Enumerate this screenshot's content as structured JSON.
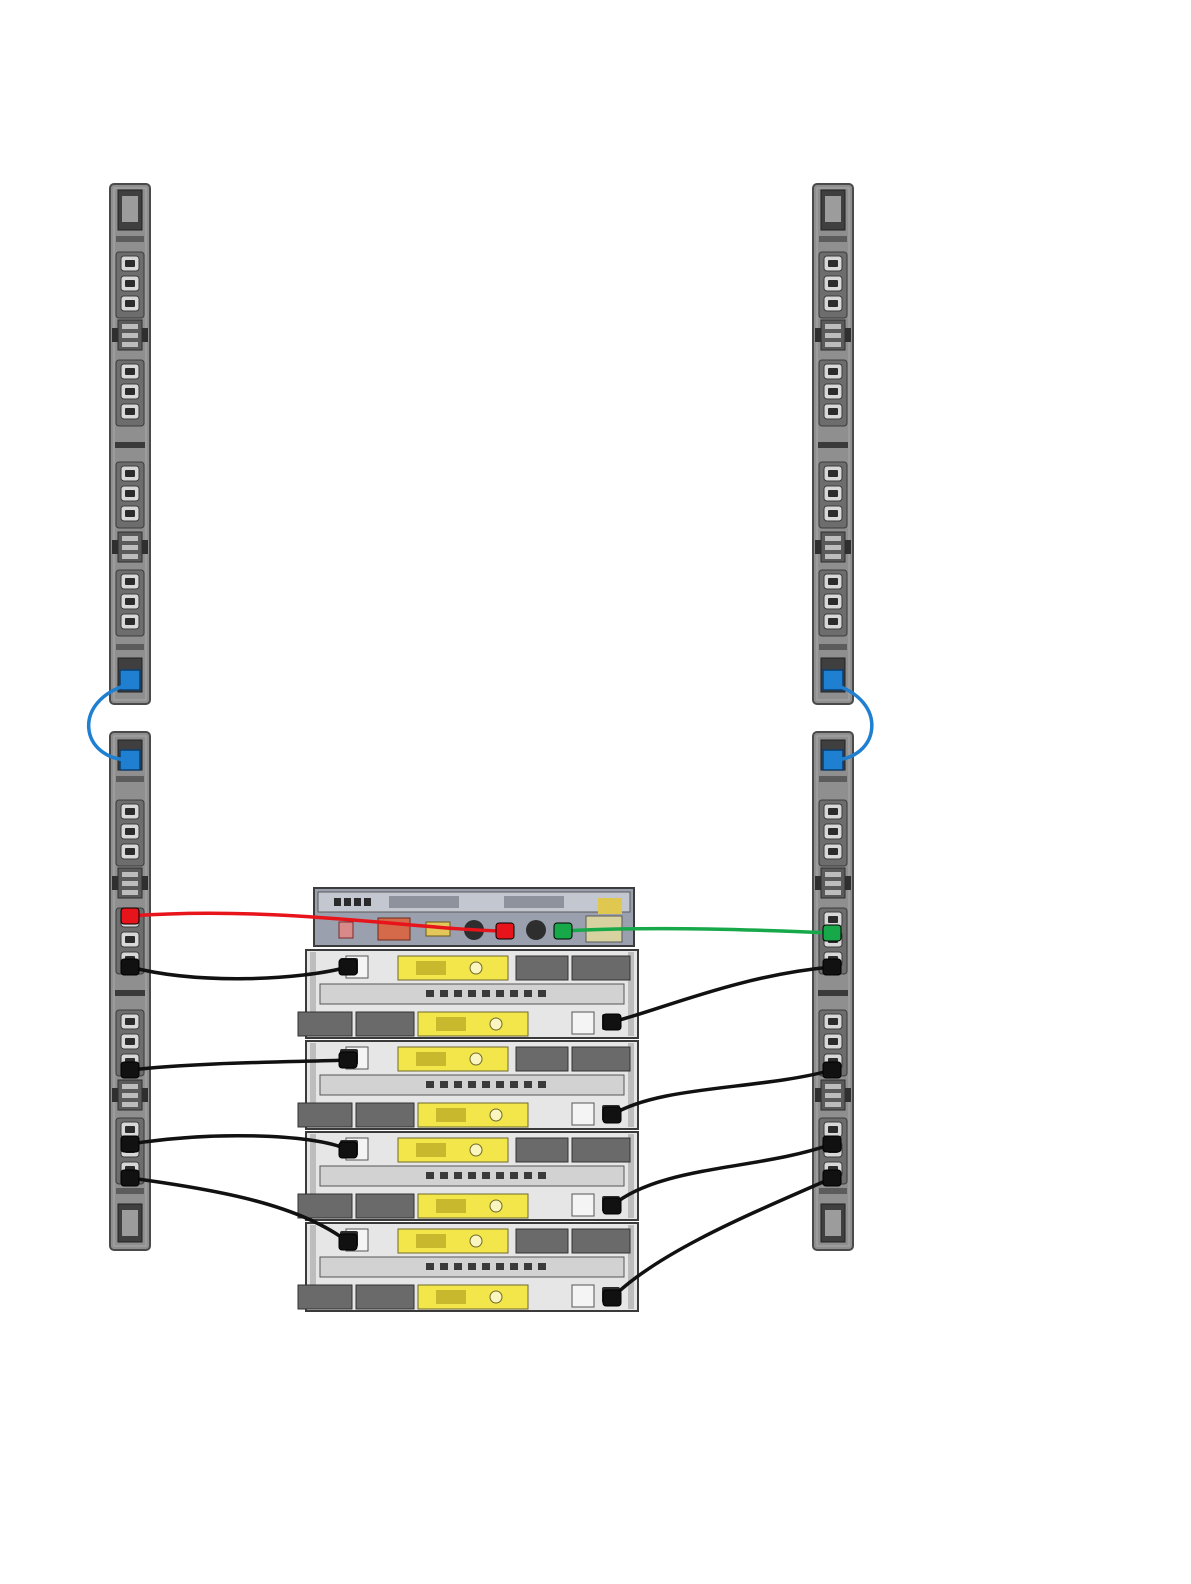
{
  "diagram": {
    "colors": {
      "pdu_body": "#8f8f8f",
      "pdu_dark": "#4a4a4a",
      "outlet": "#2b2b2b",
      "cable_black": "#111111",
      "cable_red": "#e8141b",
      "cable_green": "#17a84a",
      "cable_blue": "#1f7fd1",
      "chassis": "#e6e6e6",
      "psu_yellow": "#f2e64a",
      "vent": "#6a6a6a",
      "controller": "#9aa0ad"
    },
    "pdus": [
      {
        "id": "pdu-upper-left"
      },
      {
        "id": "pdu-upper-right"
      },
      {
        "id": "pdu-lower-left"
      },
      {
        "id": "pdu-lower-right"
      }
    ],
    "controller": {
      "id": "controller"
    },
    "shelves": [
      {
        "id": "shelf-1"
      },
      {
        "id": "shelf-2"
      },
      {
        "id": "shelf-3"
      },
      {
        "id": "shelf-4"
      }
    ],
    "cables": [
      {
        "id": "cable-blue-left",
        "color": "blue"
      },
      {
        "id": "cable-blue-right",
        "color": "blue"
      },
      {
        "id": "cable-red",
        "color": "red"
      },
      {
        "id": "cable-green",
        "color": "green"
      },
      {
        "id": "cable-black-1",
        "color": "black"
      },
      {
        "id": "cable-black-2",
        "color": "black"
      },
      {
        "id": "cable-black-3",
        "color": "black"
      },
      {
        "id": "cable-black-4",
        "color": "black"
      },
      {
        "id": "cable-black-5",
        "color": "black"
      },
      {
        "id": "cable-black-6",
        "color": "black"
      },
      {
        "id": "cable-black-7",
        "color": "black"
      },
      {
        "id": "cable-black-8",
        "color": "black"
      }
    ]
  }
}
